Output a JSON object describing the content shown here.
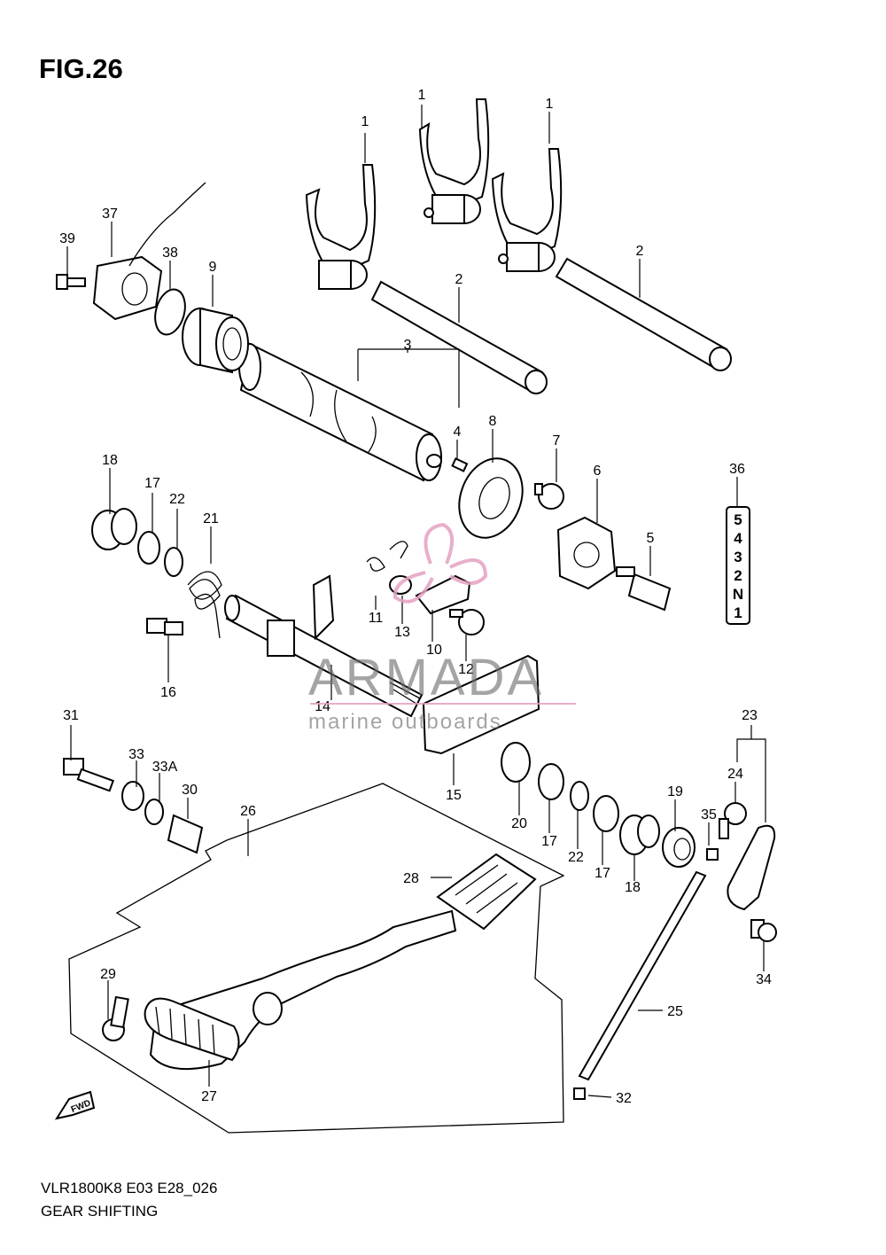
{
  "figure": {
    "title": "FIG.26",
    "model_code": "VLR1800K8 E03 E28_026",
    "section_title": "GEAR SHIFTING"
  },
  "watermark": {
    "brand": "ARMADA",
    "tagline": "marine outboards",
    "accent_color": "#e4a1c2"
  },
  "gear_indicator": [
    "5",
    "4",
    "3",
    "2",
    "N",
    "1"
  ],
  "fwd_label": "FWD",
  "callouts": [
    "1",
    "1",
    "1",
    "2",
    "2",
    "3",
    "4",
    "5",
    "6",
    "7",
    "8",
    "9",
    "10",
    "11",
    "12",
    "13",
    "14",
    "15",
    "16",
    "17",
    "17",
    "17",
    "18",
    "18",
    "19",
    "20",
    "21",
    "22",
    "22",
    "23",
    "24",
    "25",
    "26",
    "27",
    "28",
    "29",
    "30",
    "31",
    "32",
    "33",
    "33A",
    "34",
    "35",
    "36",
    "37",
    "38",
    "39"
  ]
}
